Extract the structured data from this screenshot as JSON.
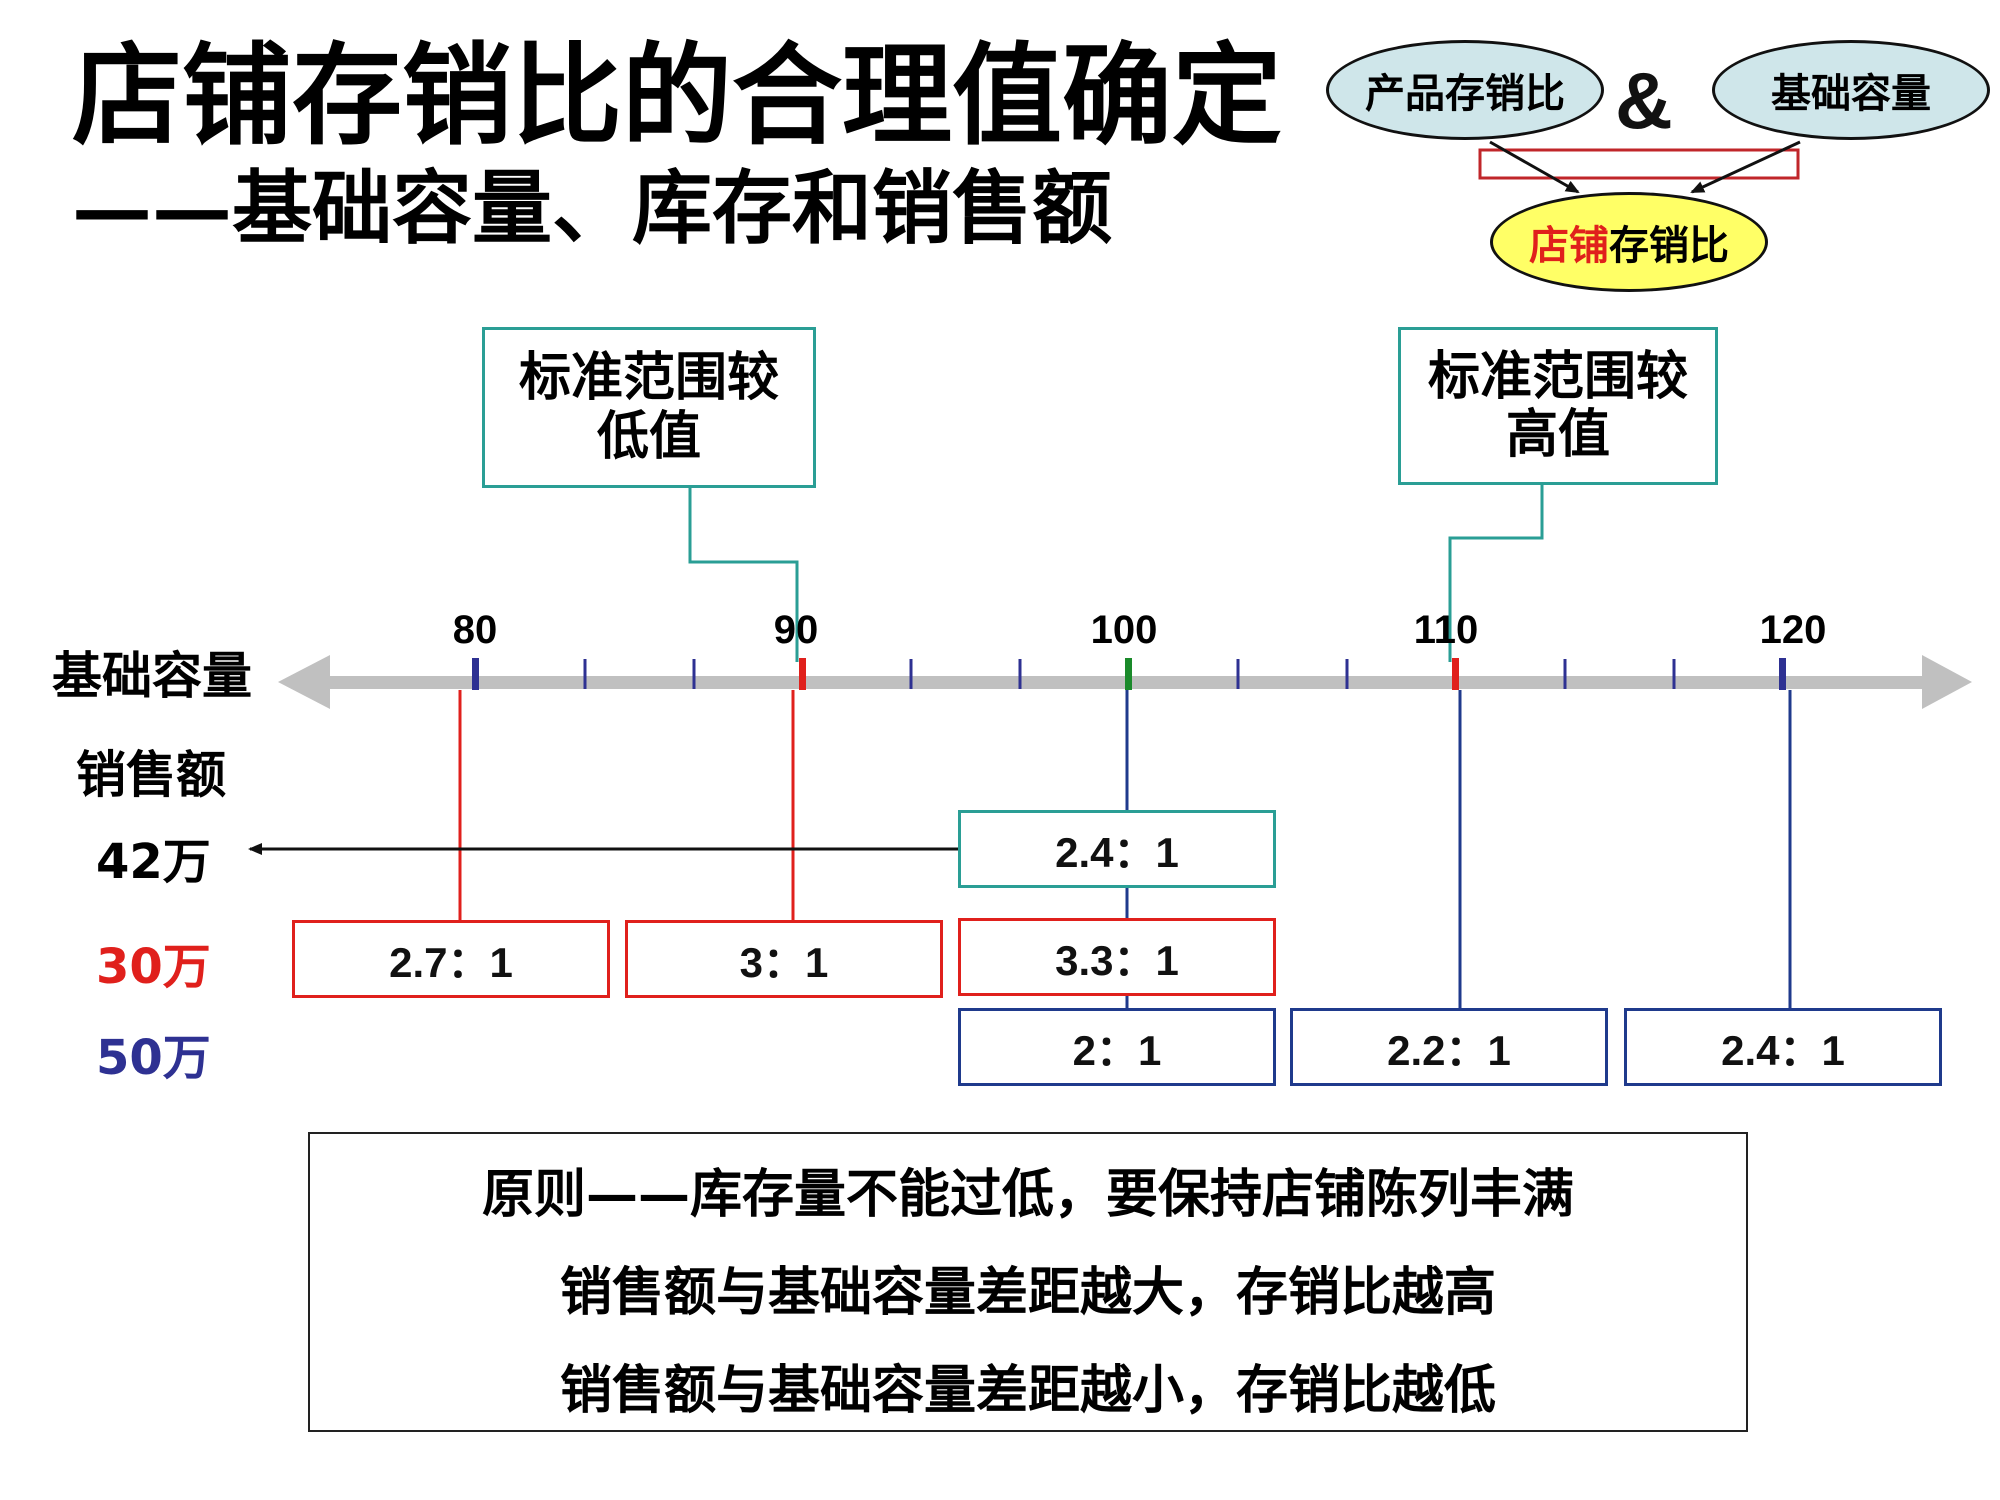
{
  "title": "店铺存销比的合理值确定",
  "subtitle": "——基础容量、库存和销售额",
  "formula": {
    "left": "产品存销比",
    "ampersand": "&",
    "right": "基础容量",
    "result_part1": "店铺",
    "result_part2": "存销比"
  },
  "callouts": {
    "low": "标准范围较\n低值",
    "high": "标准范围较\n高值"
  },
  "axis": {
    "label": "基础容量",
    "ticks": [
      "80",
      "90",
      "100",
      "110",
      "120"
    ]
  },
  "sales": {
    "label": "销售额",
    "rows": [
      {
        "label": "42万",
        "color": "#000000"
      },
      {
        "label": "30万",
        "color": "#e0201c"
      },
      {
        "label": "50万",
        "color": "#2e3192"
      }
    ]
  },
  "ratios": {
    "row42": [
      "2.4：1"
    ],
    "row30": [
      "2.7：1",
      "3：1",
      "3.3：1"
    ],
    "row50": [
      "2：1",
      "2.2：1",
      "2.4：1"
    ]
  },
  "colors": {
    "axis": "#c0c0c0",
    "red": "#e0201c",
    "blue": "#1f3a8c",
    "green": "#1a8a2a",
    "teal": "#2a9e95"
  },
  "principles": [
    "原则——库存量不能过低，要保持店铺陈列丰满",
    "销售额与基础容量差距越大，存销比越高",
    "销售额与基础容量差距越小，存销比越低"
  ]
}
